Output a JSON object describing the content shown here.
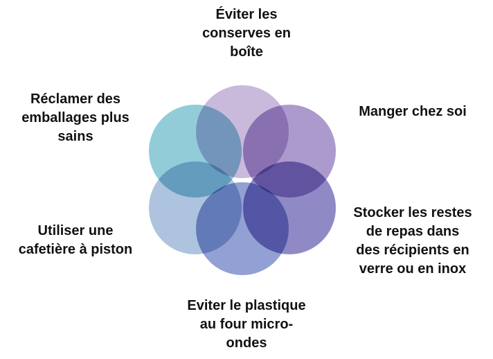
{
  "diagram": {
    "type": "petal-flower",
    "petal_colors": [
      "#bfaed6",
      "#9d88c4",
      "#7b74bc",
      "#7f8fcc",
      "#9fb8d8",
      "#7fc3d2"
    ],
    "petal_opacity": 0.85,
    "outline_color": "#ffffff",
    "labels": {
      "top": "Éviter les\nconserves en\nboîte",
      "top_right": "Manger chez soi",
      "bottom_right": "Stocker les restes\nde repas dans\ndes récipients en\nverre ou en inox",
      "bottom": "Eviter le plastique\nau four micro-\nondes",
      "bottom_left": "Utiliser une\ncafetière à piston",
      "top_left": "Réclamer des\nemballages plus\nsains"
    }
  }
}
